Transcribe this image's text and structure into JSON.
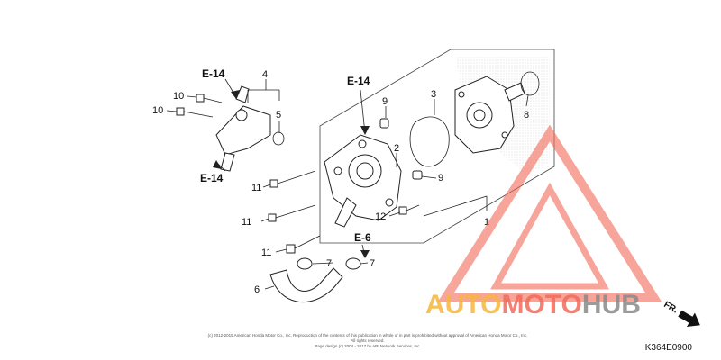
{
  "diagram": {
    "callouts": [
      "1",
      "2",
      "3",
      "4",
      "5",
      "6",
      "7",
      "7",
      "8",
      "9",
      "9",
      "10",
      "10",
      "11",
      "11",
      "11",
      "12"
    ],
    "refs": {
      "e14_top_left": "E-14",
      "e14_bottom_left": "E-14",
      "e14_center": "E-14",
      "e6": "E-6"
    },
    "direction_label": "FR.",
    "diagram_code": "K364E0900",
    "copyright": "(c) 2012-2015 American Honda Motor Co., Inc. Reproduction of the contents of this publication in whole or in part is prohibited without approval of American Honda Motor Co., Inc. All rights reserved.",
    "copyright_line2": "Page design (c) 2004 - 2017 by ARI Network Services, Inc."
  },
  "watermark": {
    "part1": "AUTO",
    "part2": "MOTO",
    "part3": "HUB",
    "color_auto": "#f6b73c",
    "color_moto": "#f26b5a",
    "color_hub": "#8a8a8a"
  }
}
